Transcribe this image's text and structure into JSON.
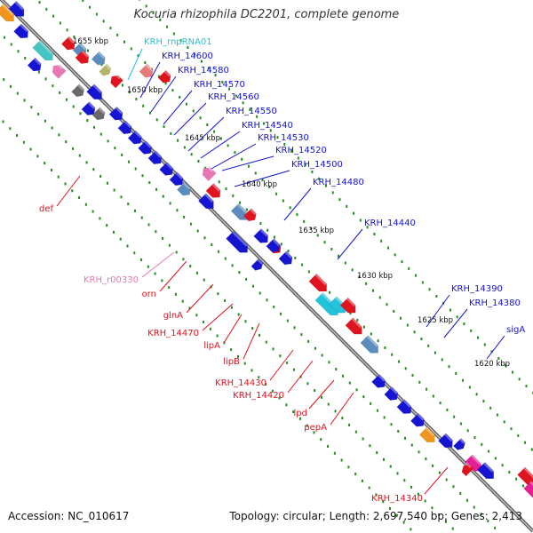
{
  "title": "Kocuria rhizophila DC2201, complete genome",
  "footer": {
    "accession": "Accession: NC_010617",
    "topology": "Topology: circular; Length: 2,697,540 bp; Genes: 2,413"
  },
  "colors": {
    "red": "#e0141e",
    "blue": "#1414d2",
    "cyan": "#23c3dc",
    "pink": "#e876b4",
    "orange": "#f0961e",
    "magenta": "#e61e96",
    "steel": "#5a8cbe",
    "gray": "#696969",
    "olive": "#b4b464",
    "teal": "#46c3c3",
    "salmon": "#e87878",
    "backbone": "#646464",
    "tick": "#1e8c1e"
  },
  "kbp_labels": [
    "1655 kbp",
    "1650 kbp",
    "1645 kbp",
    "1640 kbp",
    "1635 kbp",
    "1630 kbp",
    "1625 kbp",
    "1620 kbp"
  ],
  "gene_labels": [
    "KRH_rnpRNA01",
    "KRH_14600",
    "KRH_14580",
    "KRH_14570",
    "KRH_14560",
    "KRH_14550",
    "KRH_14540",
    "KRH_14530",
    "KRH_14520",
    "KRH_14500",
    "KRH_14480",
    "KRH_14440",
    "KRH_14390",
    "KRH_14380",
    "sigA",
    "def",
    "KRH_r00330",
    "orn",
    "glnA",
    "KRH_14470",
    "lipA",
    "lipB",
    "KRH_14430",
    "KRH_14420",
    "lpd",
    "pepA",
    "KRH_14340"
  ],
  "icons": [
    "gene-arrow-icon",
    "rrna-arrow-icon"
  ]
}
